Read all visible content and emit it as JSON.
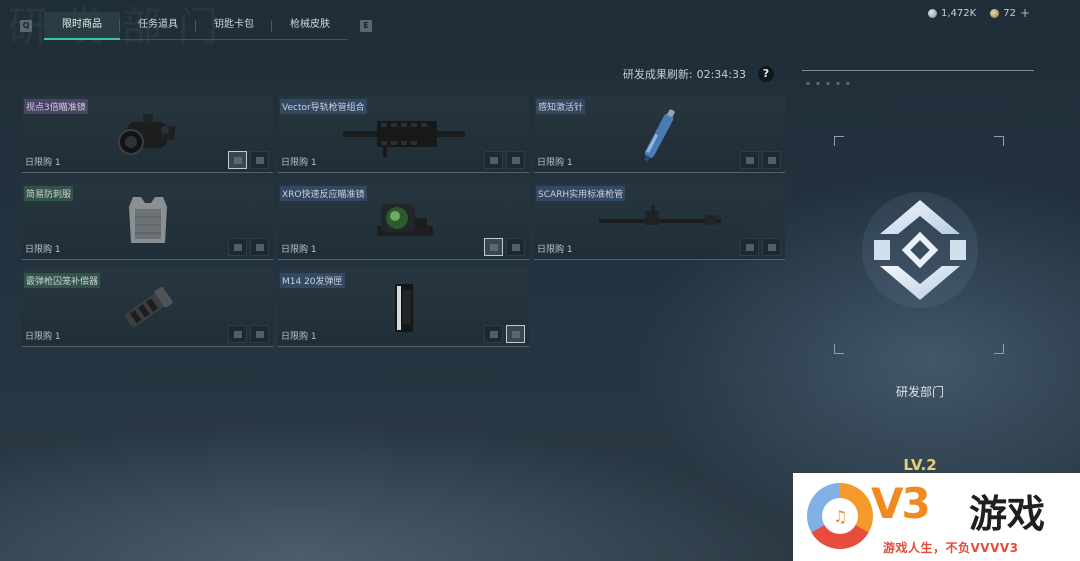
{
  "tabs": {
    "left_key": "Q",
    "right_key": "E",
    "items": [
      "限时商品",
      "任务道具",
      "钥匙卡包",
      "枪械皮肤"
    ],
    "active_index": 0
  },
  "currency": {
    "silver": "1,472K",
    "gold": "72",
    "add": "+"
  },
  "refresh": {
    "label": "研发成果刷新:",
    "time": "02:34:33",
    "help": "?"
  },
  "cards": [
    {
      "title": "视点3倍瞄准镜",
      "tag": "purple",
      "limit": "日限购 1",
      "selected_thumb": 0
    },
    {
      "title": "Vector导轨枪管组合",
      "tag": "blue",
      "limit": "日限购 1",
      "selected_thumb": -1
    },
    {
      "title": "感知激活针",
      "tag": "blue",
      "limit": "日限购 1",
      "selected_thumb": -1
    },
    {
      "title": "简易防刺服",
      "tag": "green",
      "limit": "日限购 1",
      "selected_thumb": -1
    },
    {
      "title": "XRO快速反应瞄准镜",
      "tag": "blue",
      "limit": "日限购 1",
      "selected_thumb": 0
    },
    {
      "title": "SCARH实用标准枪管",
      "tag": "blue",
      "limit": "日限购 1",
      "selected_thumb": -1
    },
    {
      "title": "霰弹枪囚笼补偿器",
      "tag": "green",
      "limit": "日限购 1",
      "selected_thumb": -1
    },
    {
      "title": "M14 20发弹匣",
      "tag": "blue",
      "limit": "日限购 1",
      "selected_thumb": 1
    }
  ],
  "department": {
    "name": "研发部门",
    "level": "LV.2"
  },
  "watermark": {
    "brand": "V3",
    "brand_cn": "游戏",
    "slogan": "游戏人生，不负VVVV3"
  }
}
